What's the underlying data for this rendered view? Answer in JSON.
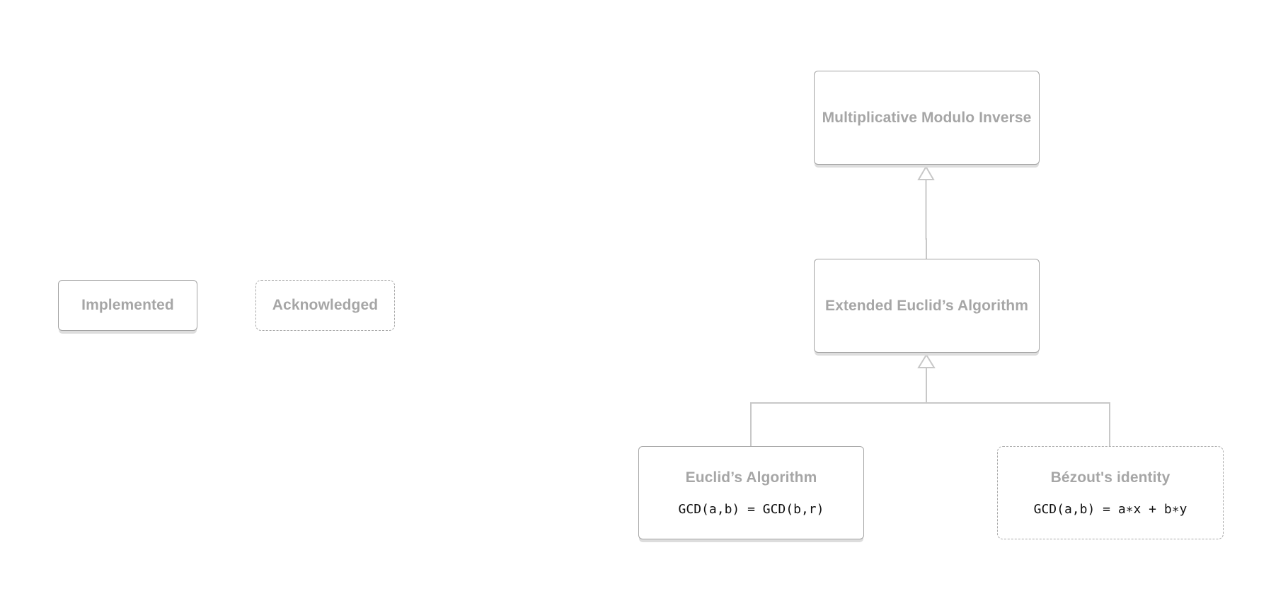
{
  "legend": {
    "implemented_label": "Implemented",
    "acknowledged_label": "Acknowledged"
  },
  "nodes": {
    "modulo_inverse": {
      "title": "Multiplicative Modulo Inverse",
      "style": "solid"
    },
    "extended_euclid": {
      "title": "Extended Euclid’s Algorithm",
      "style": "solid"
    },
    "euclid": {
      "title": "Euclid’s Algorithm",
      "formula": "GCD(a,b) = GCD(b,r)",
      "style": "solid"
    },
    "bezout": {
      "title": "Bézout's identity",
      "formula": "GCD(a,b) = a∗x + b∗y",
      "style": "dashed"
    }
  },
  "edges": [
    {
      "from": "extended_euclid",
      "to": "modulo_inverse",
      "arrow": "hollow-triangle"
    },
    {
      "from": "euclid",
      "to": "extended_euclid",
      "arrow": "hollow-triangle"
    },
    {
      "from": "bezout",
      "to": "extended_euclid",
      "arrow": "hollow-triangle"
    }
  ],
  "colors": {
    "border": "#a3a3a3",
    "text": "#a6a6a6",
    "connector": "#c8c8c8",
    "code_text": "#111111"
  }
}
